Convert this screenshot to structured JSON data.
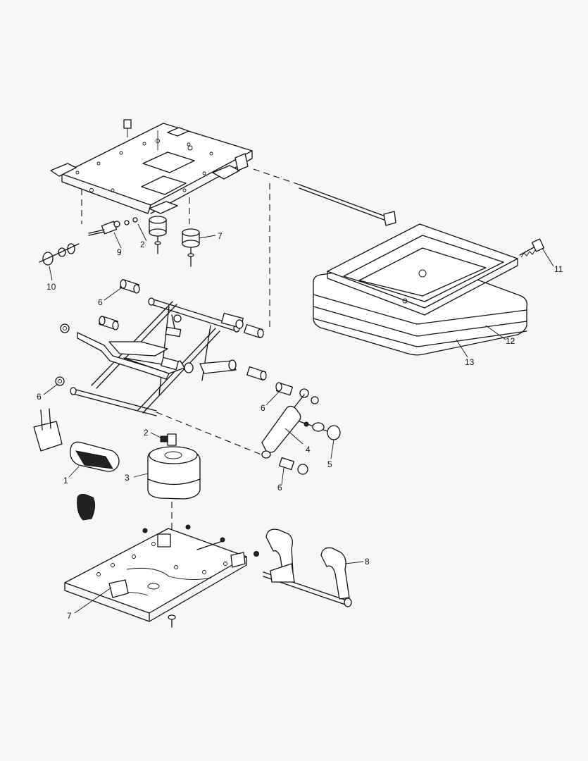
{
  "callouts": [
    {
      "id": "c1",
      "label": "1"
    },
    {
      "id": "c2a",
      "label": "2"
    },
    {
      "id": "c2b",
      "label": "2"
    },
    {
      "id": "c3",
      "label": "3"
    },
    {
      "id": "c4",
      "label": "4"
    },
    {
      "id": "c5",
      "label": "5"
    },
    {
      "id": "c6a",
      "label": "6"
    },
    {
      "id": "c6b",
      "label": "6"
    },
    {
      "id": "c6c",
      "label": "6"
    },
    {
      "id": "c6d",
      "label": "6"
    },
    {
      "id": "c7a",
      "label": "7"
    },
    {
      "id": "c7b",
      "label": "7"
    },
    {
      "id": "c8",
      "label": "8"
    },
    {
      "id": "c9",
      "label": "9"
    },
    {
      "id": "c10",
      "label": "10"
    },
    {
      "id": "c11",
      "label": "11"
    },
    {
      "id": "c12",
      "label": "12"
    },
    {
      "id": "c13",
      "label": "13"
    }
  ]
}
